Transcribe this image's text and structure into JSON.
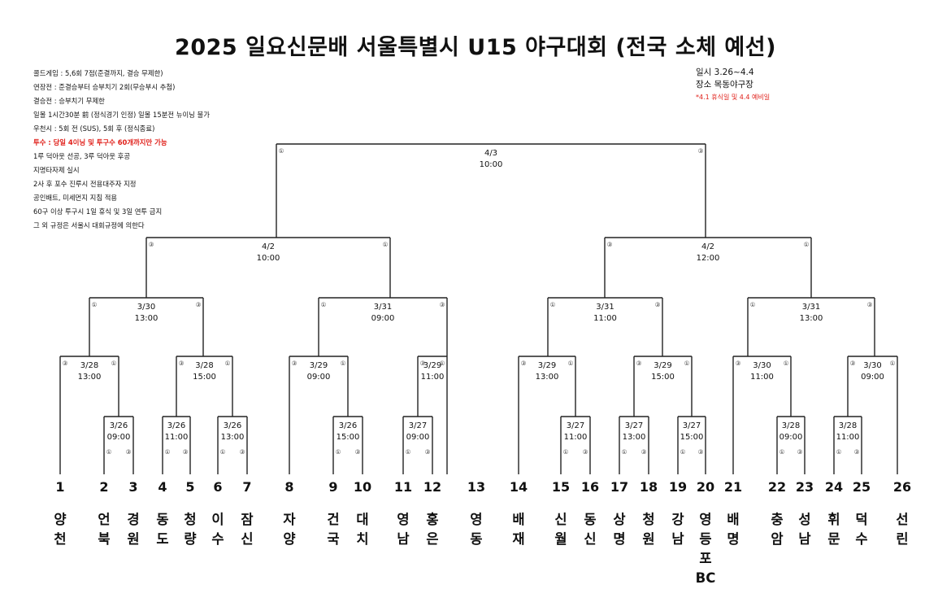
{
  "title": "2025 일요신문배 서울특별시 U15 야구대회 (전국 소체 예선)",
  "rules": [
    {
      "text": "콜드게임 : 5,6회 7점(준결까지, 결승 무제한)"
    },
    {
      "text": "연장전 : 준결승부터 승부치기 2회(무승부시 추첨)"
    },
    {
      "text": "결승전 : 승부치기 무제한"
    },
    {
      "text": "일몰 1시간30분 前 (정식경기 인정) 일몰 15분전 뉴이닝 불가"
    },
    {
      "text": "우천시 : 5회 전 (SUS), 5회 후 (정식종료)"
    },
    {
      "text": "투수 : 당일 4이닝 및 투구수 60개까지만 가능",
      "highlight": true
    },
    {
      "text": "1루 덕아웃 선공, 3루 덕아웃 후공"
    },
    {
      "text": "지명타자제 실시"
    },
    {
      "text": "2사 후 포수 진루시 전용대주자 지정"
    },
    {
      "text": "공인배트, 미세먼지 지침 적용"
    },
    {
      "text": "60구 이상 투구시 1일 휴식 및 3일 연투 금지"
    },
    {
      "text": "그 외 규정은 서울시 대회규정에 의한다"
    }
  ],
  "info": {
    "date_line": "일시  3.26~4.4",
    "venue_line": "장소  목동야구장",
    "note": "*4.1 휴식일 및 4.4 예비일"
  },
  "teams": [
    {
      "num": "1",
      "name": "양천"
    },
    {
      "num": "2",
      "name": "언북"
    },
    {
      "num": "3",
      "name": "경원"
    },
    {
      "num": "4",
      "name": "동도"
    },
    {
      "num": "5",
      "name": "청량"
    },
    {
      "num": "6",
      "name": "이수"
    },
    {
      "num": "7",
      "name": "잠신"
    },
    {
      "num": "8",
      "name": "자양"
    },
    {
      "num": "9",
      "name": "건국"
    },
    {
      "num": "10",
      "name": "대치"
    },
    {
      "num": "11",
      "name": "영남"
    },
    {
      "num": "12",
      "name": "홍은"
    },
    {
      "num": "13",
      "name": "영동"
    },
    {
      "num": "14",
      "name": "배재"
    },
    {
      "num": "15",
      "name": "신월"
    },
    {
      "num": "16",
      "name": "동신"
    },
    {
      "num": "17",
      "name": "상명"
    },
    {
      "num": "18",
      "name": "청원"
    },
    {
      "num": "19",
      "name": "강남"
    },
    {
      "num": "20",
      "name": "영등포BC"
    },
    {
      "num": "21",
      "name": "배명"
    },
    {
      "num": "22",
      "name": "충암"
    },
    {
      "num": "23",
      "name": "성남"
    },
    {
      "num": "24",
      "name": "휘문"
    },
    {
      "num": "25",
      "name": "덕수"
    },
    {
      "num": "26",
      "name": "선린"
    }
  ],
  "matches": [
    {
      "date": "3/26",
      "time": "09:00",
      "left": "①",
      "right": "③"
    },
    {
      "date": "3/26",
      "time": "11:00",
      "left": "①",
      "right": "③"
    },
    {
      "date": "3/26",
      "time": "13:00",
      "left": "①",
      "right": "③"
    },
    {
      "date": "3/26",
      "time": "15:00",
      "left": "①",
      "right": "③"
    },
    {
      "date": "3/27",
      "time": "09:00",
      "left": "①",
      "right": "③"
    },
    {
      "date": "3/27",
      "time": "11:00",
      "left": "①",
      "right": "③"
    },
    {
      "date": "3/27",
      "time": "13:00",
      "left": "①",
      "right": "③"
    },
    {
      "date": "3/27",
      "time": "15:00",
      "left": "①",
      "right": "③"
    },
    {
      "date": "3/28",
      "time": "09:00",
      "left": "①",
      "right": "③"
    },
    {
      "date": "3/28",
      "time": "11:00",
      "left": "①",
      "right": "③"
    },
    {
      "date": "3/28",
      "time": "13:00",
      "left": "③",
      "right": "①"
    },
    {
      "date": "3/28",
      "time": "15:00",
      "left": "③",
      "right": "①"
    },
    {
      "date": "3/29",
      "time": "09:00",
      "left": "③",
      "right": "①"
    },
    {
      "date": "3/29",
      "time": "11:00",
      "left": "③",
      "right": "①"
    },
    {
      "date": "3/29",
      "time": "13:00",
      "left": "③",
      "right": "①"
    },
    {
      "date": "3/29",
      "time": "15:00",
      "left": "③",
      "right": "①"
    },
    {
      "date": "3/30",
      "time": "11:00",
      "left": "③",
      "right": "①"
    },
    {
      "date": "3/30",
      "time": "09:00",
      "left": "③",
      "right": "①"
    },
    {
      "date": "3/30",
      "time": "13:00",
      "left": "①",
      "right": "③"
    },
    {
      "date": "3/31",
      "time": "09:00",
      "left": "①",
      "right": "③"
    },
    {
      "date": "3/31",
      "time": "11:00",
      "left": "①",
      "right": "③"
    },
    {
      "date": "3/31",
      "time": "13:00",
      "left": "①",
      "right": "③"
    },
    {
      "date": "4/2",
      "time": "10:00",
      "left": "③",
      "right": "①"
    },
    {
      "date": "4/2",
      "time": "12:00",
      "left": "③",
      "right": "①"
    },
    {
      "date": "4/3",
      "time": "10:00",
      "left": "①",
      "right": "③"
    }
  ]
}
